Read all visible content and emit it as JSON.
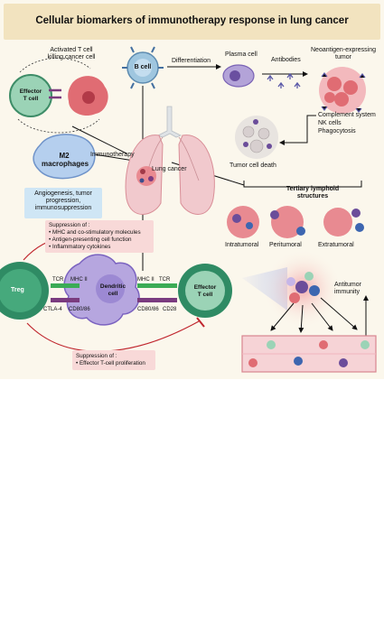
{
  "title": "Cellular biomarkers of immunotherapy response in lung cancer",
  "labels": {
    "activated_t_cell": "Activated T cell\nkilling cancer cell",
    "effector_t_cell_top": "Effector\nT cell",
    "b_cell": "B cell",
    "differentiation": "Differentiation",
    "plasma_cell": "Plasma cell",
    "antibodies": "Antibodies",
    "neoantigen_tumor": "Neoantigen-expressing\ntumor",
    "complement_system": "Complement system",
    "nk_cells": "NK cells",
    "phagocytosis": "Phagocytosis",
    "tumor_cell_death": "Tumor cell death",
    "m2_macrophages": "M2\nmacrophages",
    "immunotherapy": "Immunotherapy",
    "lung_cancer": "Lung cancer",
    "angiogenesis_box": "Angiogenesis, tumor\nprogression,\nimmunosuppression",
    "tls_title": "Tertiary lymphoid\nstructures",
    "intratumoral": "Intratumoral",
    "peritumoral": "Peritumoral",
    "extratumoral": "Extratumoral",
    "suppression_1_title": "Suppression of :",
    "suppression_1_items": [
      "• MHC and co-stimulatory molecules",
      "• Antigen-presenting cell function",
      "• Inflammatory cytokines"
    ],
    "treg": "Treg",
    "tcr_left": "TCR",
    "mhc_ii_left": "MHC II",
    "ctla4": "CTLA-4",
    "cd80_86_left": "CD80/86",
    "dendritic_cell": "Dendritic\ncell",
    "mhc_ii_right": "MHC II",
    "tcr_right": "TCR",
    "cd80_86_right": "CD80/86",
    "cd28": "CD28",
    "effector_t_cell_bottom": "Effector\nT cell",
    "antitumor_immunity": "Antitumor\nimmunity",
    "suppression_2_title": "Suppression of :",
    "suppression_2_items": [
      "• Effector T-cell proliferation"
    ]
  },
  "colors": {
    "title_bar": "#f2e3bf",
    "background": "#fbf7ec",
    "effector_t_cell": "#9bd3b6",
    "treg": "#2f8b64",
    "b_cell": "#9fc6df",
    "dendritic_cell": "#b6a6df",
    "tumor": "#e06c73",
    "lung": "#f1c9cd",
    "inhibit_line": "#c0262e",
    "pink_box": "#f8d9d8",
    "blue_box": "#cfe6f5"
  }
}
